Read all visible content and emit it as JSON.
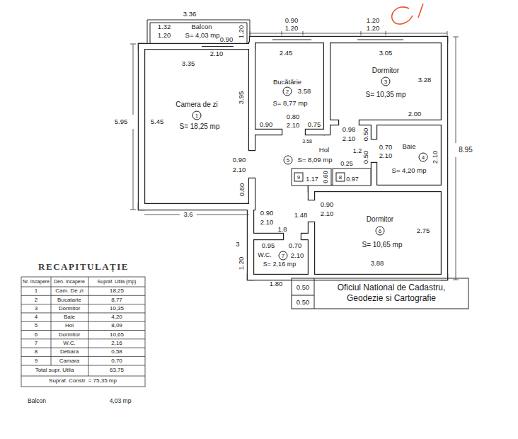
{
  "diagram": {
    "nodes": [
      {
        "text": [
          "Balcon",
          "S= 4,03 mp"
        ]
      },
      {
        "text": [
          "Camera de zi",
          "1",
          "S= 18,25 mp"
        ]
      },
      {
        "text": [
          "Bucătărie",
          "2",
          "S= 8,77 mp"
        ]
      },
      {
        "text": [
          "Dormitor",
          "3",
          "S= 10,35 mp"
        ]
      },
      {
        "text": [
          "Baie",
          "4",
          "S= 4,20 mp"
        ]
      },
      {
        "text": [
          "Hol",
          "5",
          "S= 8,09 mp"
        ]
      },
      {
        "text": [
          "9"
        ]
      },
      {
        "text": [
          "8"
        ]
      },
      {
        "text": [
          "Dormitor",
          "6",
          "S= 10,65 mp"
        ]
      },
      {
        "text": [
          "W.C.",
          "7",
          "S= 2,16 mp"
        ]
      },
      {
        "text": [
          "Oficiul National de Cadastru, Geodezie si Cartografie"
        ]
      }
    ],
    "labels": [
      "3.36",
      "1.32",
      "1.20",
      "1.20",
      "0.90",
      "2.10",
      "0.90",
      "1.20",
      "1.20",
      "1.20",
      "3.35",
      "5.95",
      "5.45",
      "3.95",
      "0.90",
      "2.10",
      "0.60",
      "3.6",
      "2.45",
      "3.58",
      "0.90",
      "0.80",
      "2.10",
      "0.75",
      "3.05",
      "3.28",
      "2.00",
      "0.98",
      "2.10",
      "0.50",
      "0.70",
      "2.10",
      "2.10",
      "0.50",
      "3.58",
      "1.2",
      "0.25",
      "1.17",
      "0.60",
      "0.97",
      "8.95",
      "0.90",
      "2.10",
      "1.8",
      "1.48",
      "0.90",
      "2.10",
      "3",
      "0.95",
      "0.70",
      "2.10",
      "1.20",
      "1.80",
      "2.75",
      "3.88",
      "0.50",
      "0.50",
      "RECAPITULAȚIE",
      "Nr. încapere",
      "Den. încapere",
      "Supraf. Utila (mp)",
      "1",
      "Cam. De zi",
      "18,25",
      "2",
      "Bucatarie",
      "8,77",
      "3",
      "Dormitor",
      "10,35",
      "4",
      "Baie",
      "4,20",
      "5",
      "Hol",
      "8,09",
      "6",
      "Dormitor",
      "10,65",
      "7",
      "W.C.",
      "2,16",
      "8",
      "Debara",
      "0,58",
      "9",
      "Camara",
      "0,70",
      "Total supr. Utila",
      "63,75",
      "Supraf. Constr. = 75,35 mp",
      "Balcon",
      "4,03 mp"
    ]
  }
}
